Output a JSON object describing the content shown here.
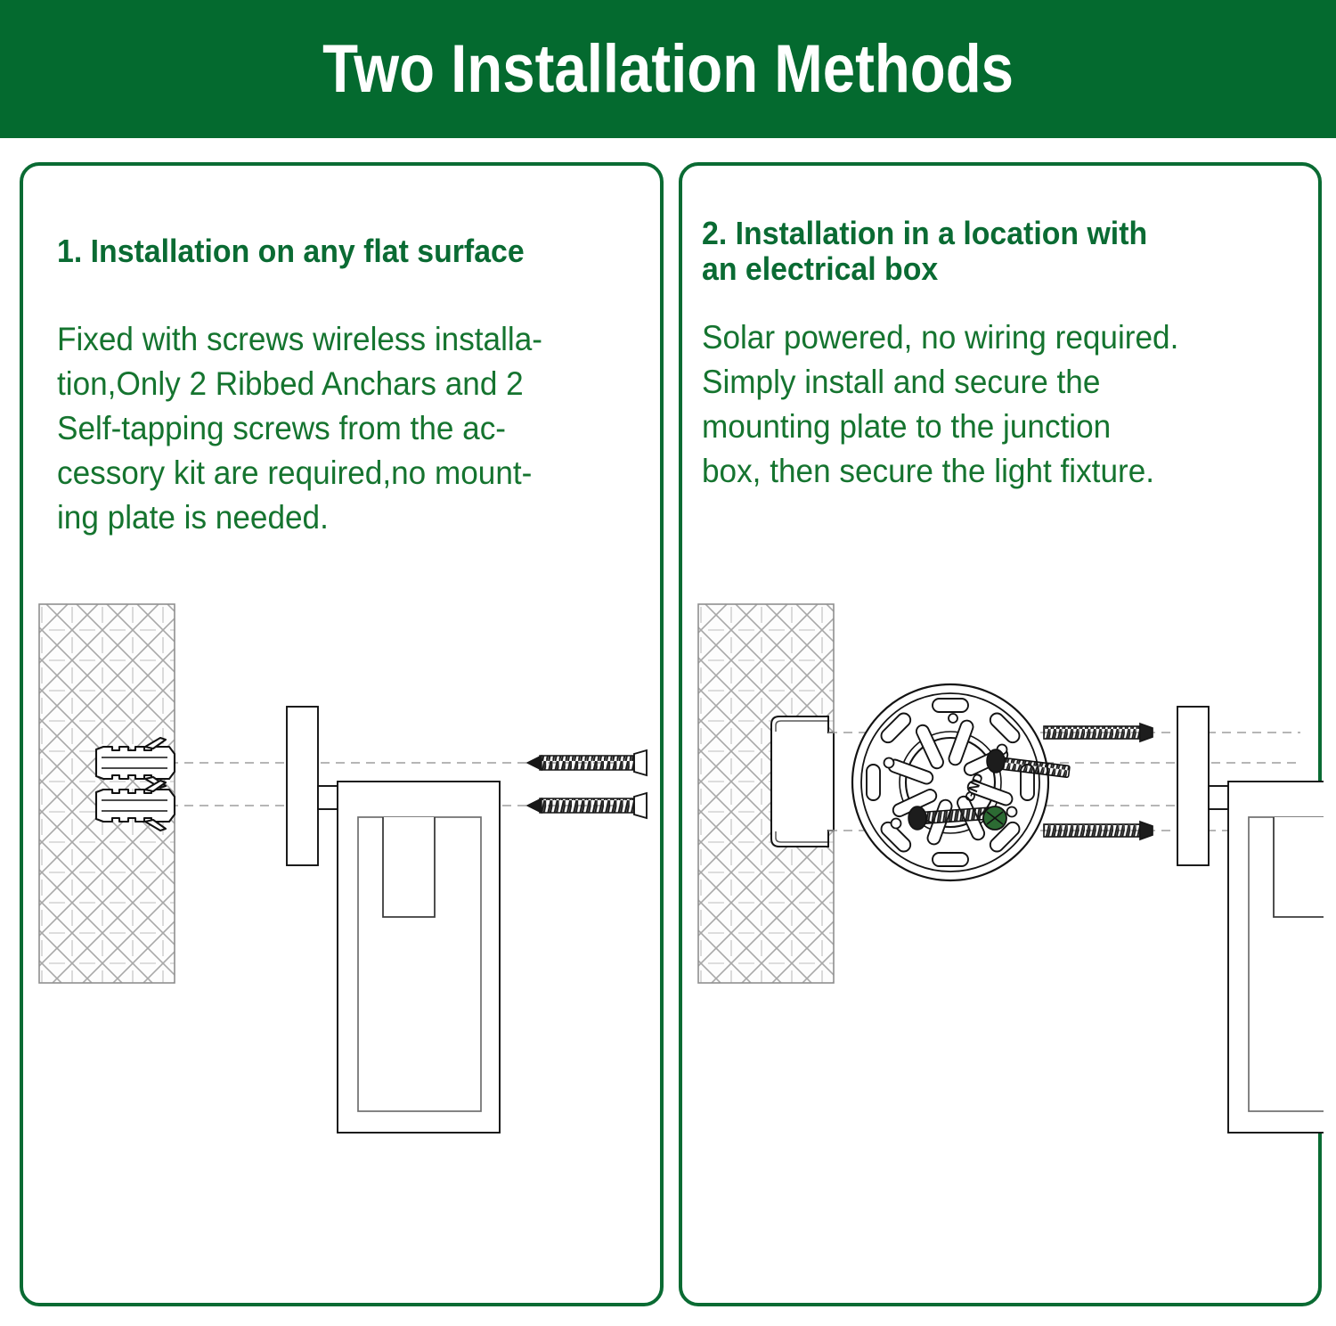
{
  "header": {
    "title": "Two Installation Methods",
    "background_color": "#046a2f",
    "text_color": "#ffffff"
  },
  "theme": {
    "green": "#0a6b33",
    "body_green": "#15742f",
    "line": "#1a1a1a",
    "hatch": "#9a9a9a",
    "dash": "#999999"
  },
  "panels": [
    {
      "id": "left",
      "heading": "1. Installation on any flat surface",
      "body": "Fixed with screws wireless installa-\ntion,Only 2 Ribbed Anchars and 2\nSelf-tapping screws  from the ac-\ncessory kit are required,no mount-\ning plate is needed.",
      "diagram": {
        "name": "flat-surface-installation-diagram",
        "parts": [
          "wall-cross-hatch",
          "ribbed-anchor-top",
          "ribbed-anchor-bottom",
          "alignment-line-top",
          "alignment-line-bottom",
          "fixture-back-plate",
          "fixture-connector",
          "fixture-body",
          "self-tapping-screw-top",
          "self-tapping-screw-bottom"
        ]
      }
    },
    {
      "id": "right",
      "heading": "2. Installation in a location with\nan electrical box",
      "body": "Solar powered, no wiring required.\nSimply install and secure the\nmounting plate to the junction\nbox, then secure the light fixture.",
      "diagram": {
        "name": "electrical-box-installation-diagram",
        "parts": [
          "wall-cross-hatch",
          "junction-box",
          "round-mounting-plate",
          "mounting-plate-center-hole",
          "mounting-plate-slots",
          "ground-screw",
          "machine-screw-top",
          "machine-screw-bottom",
          "alignment-line-top",
          "alignment-line-bottom",
          "fixture-back-plate",
          "fixture-connector",
          "fixture-body",
          "threaded-nut-top",
          "threaded-nut-bottom"
        ],
        "labels": {
          "ground": "GND"
        }
      }
    }
  ]
}
